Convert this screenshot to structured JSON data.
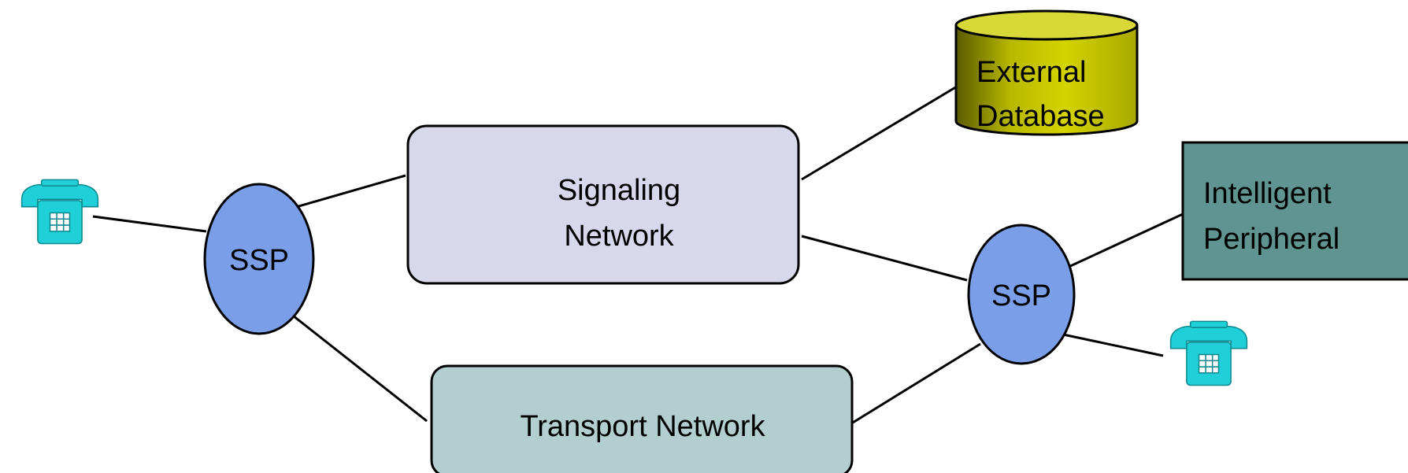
{
  "nodes": {
    "ssp_left": {
      "label": "SSP"
    },
    "ssp_right": {
      "label": "SSP"
    },
    "signaling_network": {
      "line1": "Signaling",
      "line2": "Network"
    },
    "transport_network": {
      "label": "Transport Network"
    },
    "external_database": {
      "line1": "External",
      "line2": "Database"
    },
    "intelligent_peripheral": {
      "line1": "Intelligent",
      "line2": "Peripheral"
    }
  },
  "icons": {
    "left_phone": "telephone-icon",
    "right_phone": "telephone-icon"
  },
  "colors": {
    "ssp_fill": "#7b9ee8",
    "signaling_fill": "#d8d8ec",
    "transport_fill": "#b3cece",
    "database_fill": "#c8c800",
    "database_top": "#d8d838",
    "peripheral_fill": "#5f9490",
    "phone_fill": "#1fd0d8",
    "phone_dark": "#0f9aa0"
  }
}
